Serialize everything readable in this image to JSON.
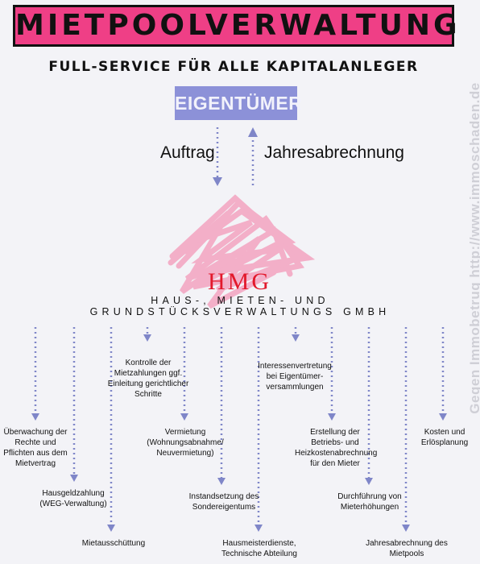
{
  "header": {
    "title": "MIETPOOLVERWALTUNG",
    "subtitle": "FULL-SERVICE FÜR ALLE KAPITALANLEGER"
  },
  "owner": {
    "label": "EIGENTÜMER"
  },
  "flows": {
    "down_label": "Auftrag",
    "up_label": "Jahresabrechnung"
  },
  "company": {
    "logo": "HMG",
    "name": "HAUS-, MIETEN- UND GRUNDSTÜCKSVERWALTUNGS GMBH"
  },
  "services": [
    "Überwachung der Rechte und Pflichten aus dem Mietvertrag",
    "Hausgeldzahlung (WEG-Verwaltung)",
    "Mietausschüttung",
    "Kontrolle der Mietzahlungen ggf. Einleitung gerichtlicher Schritte",
    "Vermietung (Wohnungsabnahme/ Neuvermietung)",
    "Instandsetzung des Sondereigentums",
    "Hausmeisterdienste, Technische Abteilung",
    "Interessenvertretung bei Eigentümer- versammlungen",
    "Erstellung der Betriebs- und Heizkostenabrechnung für den Mieter",
    "Durchführung von Mieterhöhungen",
    "Jahresabrechnung des Mietpools",
    "Kosten und Erlösplanung"
  ],
  "watermark": "Gegen Immobetrug http://www.immoschaden.de",
  "colors": {
    "title_bg": "#ef3f86",
    "owner_bg": "#8c91d8",
    "logo_scribble": "#f4a8c3",
    "logo_text": "#e2192c",
    "arrow": "#7f86c8"
  }
}
